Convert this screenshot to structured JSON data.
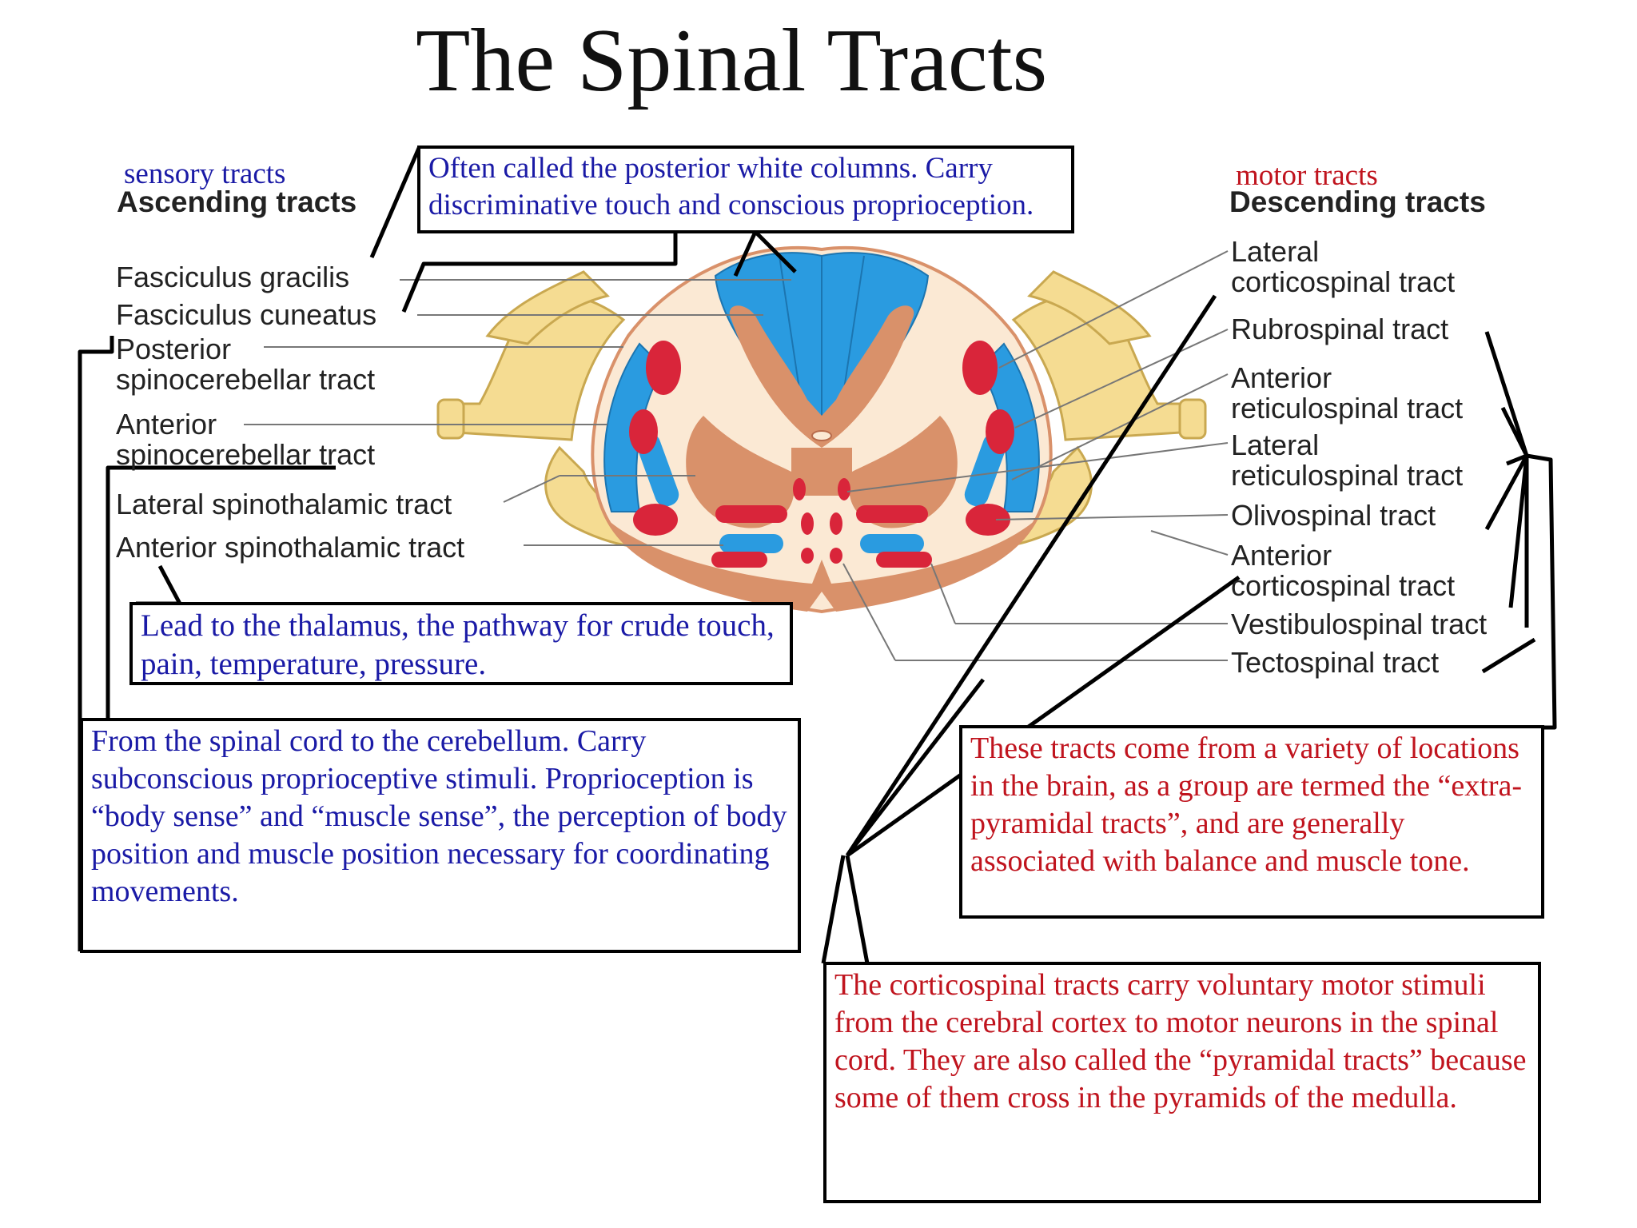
{
  "title": "The Spinal Tracts",
  "left_heading": {
    "sub": "sensory tracts",
    "main": "Ascending tracts"
  },
  "right_heading": {
    "sub": "motor tracts",
    "main": "Descending tracts"
  },
  "ascending_labels": [
    [
      "Fasciculus gracilis"
    ],
    [
      "Fasciculus cuneatus"
    ],
    [
      "Posterior",
      "spinocerebellar tract"
    ],
    [
      "Anterior",
      "spinocerebellar tract"
    ],
    [
      "Lateral spinothalamic tract"
    ],
    [
      "Anterior spinothalamic tract"
    ]
  ],
  "descending_labels": [
    [
      "Lateral",
      "corticospinal tract"
    ],
    [
      "Rubrospinal tract"
    ],
    [
      "Anterior",
      "reticulospinal tract"
    ],
    [
      "Lateral",
      "reticulospinal tract"
    ],
    [
      "Olivospinal tract"
    ],
    [
      "Anterior",
      "corticospinal tract"
    ],
    [
      "Vestibulospinal tract"
    ],
    [
      "Tectospinal tract"
    ]
  ],
  "notes": {
    "posterior_columns": "Often called the posterior white columns. Carry discriminative touch and conscious proprioception.",
    "thalamus": "Lead to the thalamus, the pathway for crude touch, pain, temperature, pressure.",
    "cerebellum": "From the spinal cord to the cerebellum. Carry subconscious proprioceptive stimuli. Proprioception is “body sense” and “muscle sense”, the perception of body position and muscle position necessary for coordinating movements.",
    "extrapyramidal": "These tracts come from a variety of locations in the brain, as a group are termed the “extra-pyramidal tracts”, and are generally associated with balance and muscle tone.",
    "corticospinal": "The corticospinal tracts carry voluntary motor stimuli from the cerebral cortex to motor neurons in the spinal cord. They are also called the “pyramidal tracts” because some of them cross in the pyramids of the medulla."
  },
  "colors": {
    "ascending": "#2a9be0",
    "descending": "#d9253a",
    "gray_matter": "#d9916a",
    "white_matter": "#fbe9d4",
    "nerve_roots": "#f5dc92",
    "sensory_text": "#1a1aa6",
    "motor_text": "#c0141e"
  }
}
